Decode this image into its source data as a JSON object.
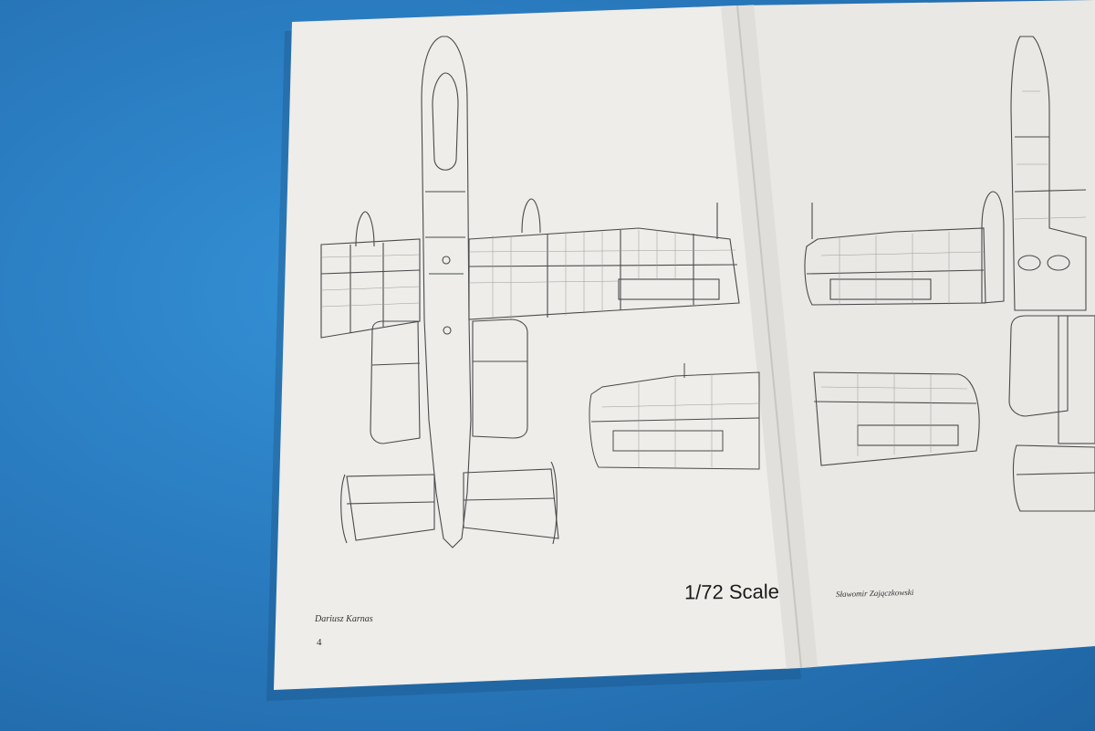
{
  "photo": {
    "description_colors": {
      "table": "#2a7cc0",
      "paper": "#ecebe8",
      "line": "#4a4a4a"
    },
    "left_page": {
      "scale_label": "1/72 Scale",
      "author": "Dariusz Karnas",
      "page_number": "4"
    },
    "right_page": {
      "author": "Sławomir Zajączkowski"
    }
  }
}
